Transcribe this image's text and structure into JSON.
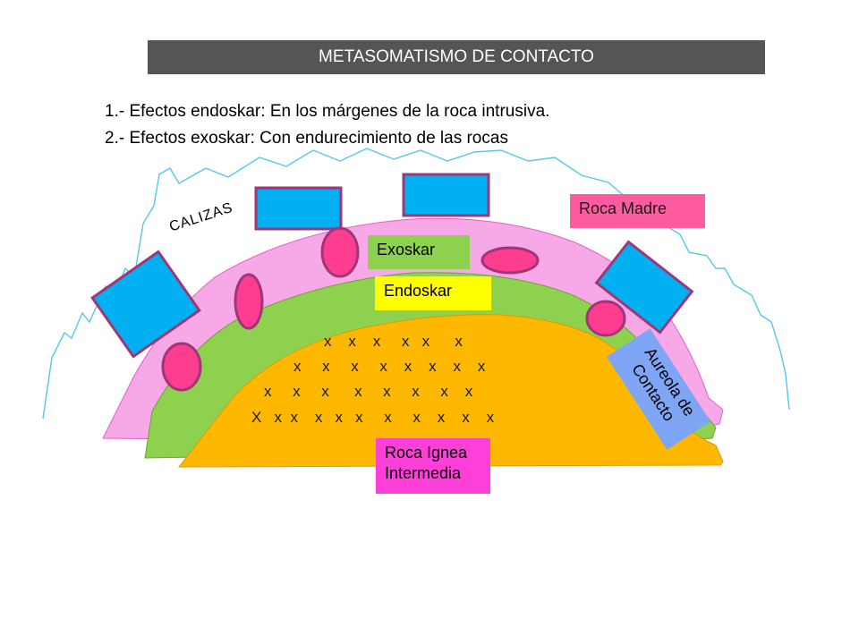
{
  "title": "METASOMATISMO DE CONTACTO",
  "bullets": [
    "1.- Efectos endoskar: En los márgenes de la roca intrusiva.",
    "2.- Efectos exoskar: Con endurecimiento de las rocas"
  ],
  "labels": {
    "calizas": "CALIZAS",
    "roca_madre": "Roca Madre",
    "exoskar": "Exoskar",
    "endoskar": "Endoskar",
    "roca_ignea_line1": "Roca Ignea",
    "roca_ignea_line2": "Intermedia",
    "aureola_line1": "Aureola de",
    "aureola_line2": "Contacto"
  },
  "x_rows": [
    "x    x    x     x   x      x",
    "x     x     x     x    x    x    x    x",
    "x     x     x      x     x     x     x    x",
    "X   x  x    x   x   x     x     x    x    x    x"
  ],
  "colors": {
    "title_bg": "#555555",
    "calizas_outline": "#55c8e8",
    "exoskar_zone": "#f7a8e6",
    "endoskar_zone": "#8ed14e",
    "igneous_zone": "#ffb800",
    "blue_blocks": "#00b0f0",
    "blue_block_border": "#a0357a",
    "pink_nodules": "#ff3d8f",
    "roca_madre_box": "#ff5ba0",
    "exoskar_box": "#8ed14e",
    "endoskar_box": "#ffff00",
    "roca_ignea_box": "#ff40d8",
    "aureola_box": "#7fa6f5"
  }
}
